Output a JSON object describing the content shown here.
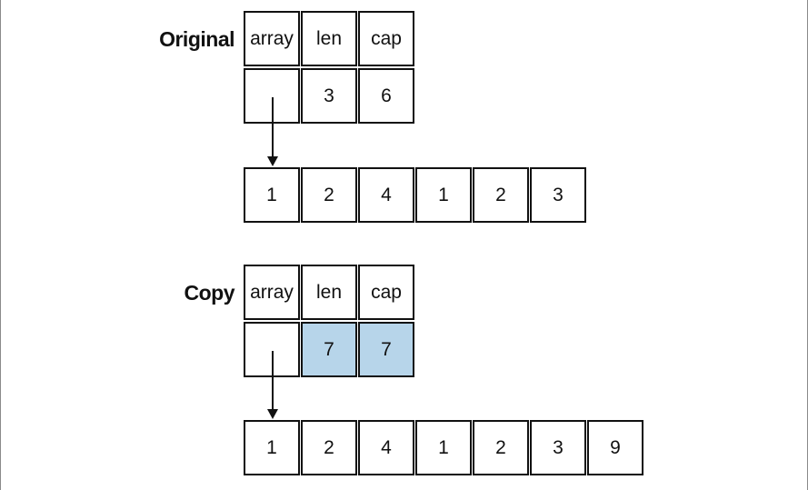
{
  "original": {
    "label": "Original",
    "header": [
      "array",
      "len",
      "cap"
    ],
    "values": [
      "",
      "3",
      "6"
    ],
    "backing_array": [
      "1",
      "2",
      "4",
      "1",
      "2",
      "3"
    ]
  },
  "copy": {
    "label": "Copy",
    "header": [
      "array",
      "len",
      "cap"
    ],
    "values": [
      "",
      "7",
      "7"
    ],
    "highlighted_values": [
      "len",
      "cap"
    ],
    "backing_array": [
      "1",
      "2",
      "4",
      "1",
      "2",
      "3",
      "9"
    ]
  },
  "colors": {
    "highlight": "#b7d5ea",
    "border": "#111111"
  }
}
